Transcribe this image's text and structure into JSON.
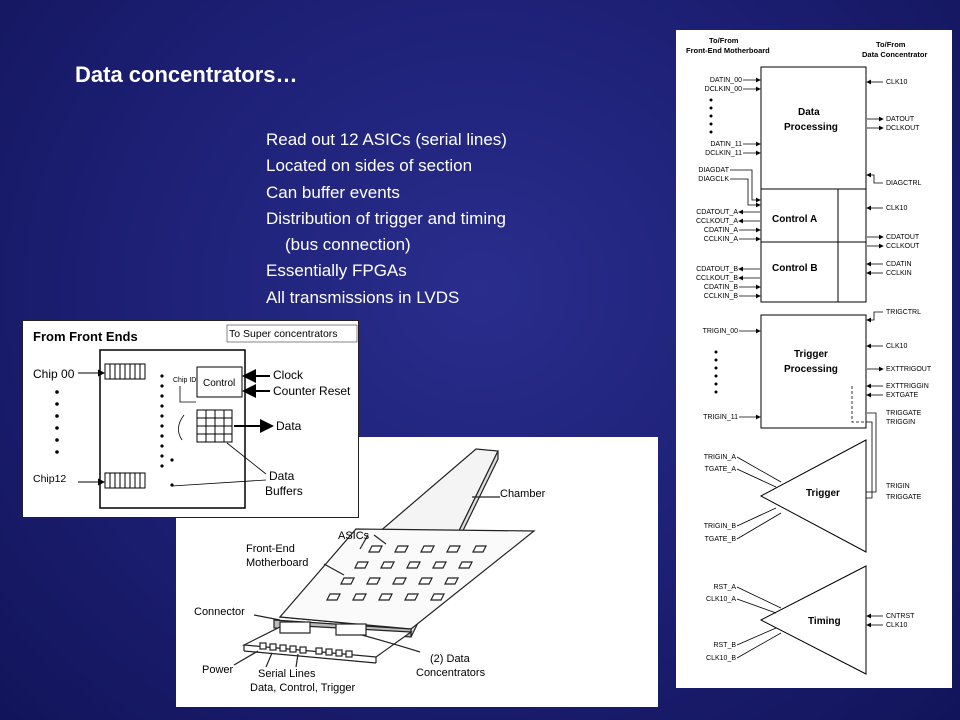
{
  "slide": {
    "title": "Data concentrators…",
    "bullets": [
      {
        "text": "Read out 12 ASICs (serial lines)"
      },
      {
        "text": "Located on sides of section"
      },
      {
        "text": "Can buffer events"
      },
      {
        "text": "Distribution of trigger and timing"
      },
      {
        "text": "(bus connection)"
      },
      {
        "text": "Essentially FPGAs"
      },
      {
        "text": "All transmissions in LVDS"
      }
    ]
  },
  "block_diagram": {
    "title": "From Front Ends",
    "top_right": "To Super concentrators",
    "chip_first": "Chip 00",
    "chip_last": "Chip12",
    "chip_id": "Chip ID",
    "control": "Control",
    "clock": "Clock",
    "counter_reset": "Counter Reset",
    "data": "Data",
    "data_buffers_1": "Data",
    "data_buffers_2": "Buffers"
  },
  "chamber_diagram": {
    "chamber": "Chamber",
    "asics": "ASICs",
    "front_end_1": "Front-End",
    "front_end_2": "Motherboard",
    "connector": "Connector",
    "power": "Power",
    "serial_lines_1": "Serial Lines",
    "serial_lines_2": "Data, Control, Trigger",
    "concentrators_1": "(2) Data",
    "concentrators_2": "Concentrators"
  },
  "schematic": {
    "header_left_1": "To/From",
    "header_left_2": "Front-End Motherboard",
    "header_right_1": "To/From",
    "header_right_2": "Data Concentrator",
    "data_processing_1": "Data",
    "data_processing_2": "Processing",
    "control_a": "Control A",
    "control_b": "Control B",
    "trigger_processing_1": "Trigger",
    "trigger_processing_2": "Processing",
    "trigger": "Trigger",
    "timing": "Timing",
    "left_signals": {
      "datin_00": "DATIN_00",
      "dclkin_00": "DCLKIN_00",
      "datin_11": "DATIN_11",
      "dclkin_11": "DCLKIN_11",
      "diagdat": "DIAGDAT",
      "diagclk": "DIAGCLK",
      "cdatout_a": "CDATOUT_A",
      "cclkout_a": "CCLKOUT_A",
      "cdatin_a": "CDATIN_A",
      "cclkin_a": "CCLKIN_A",
      "cdatout_b": "CDATOUT_B",
      "cclkout_b": "CCLKOUT_B",
      "cdatin_b": "CDATIN_B",
      "cclkin_b": "CCLKIN_B",
      "trigin_00": "TRIGIN_00",
      "trigin_11": "TRIGIN_11",
      "trigin_a": "TRIGIN_A",
      "tgate_a": "TGATE_A",
      "trigin_b": "TRIGIN_B",
      "tgate_b": "TGATE_B",
      "rst_a": "RST_A",
      "clk10_a": "CLK10_A",
      "rst_b": "RST_B",
      "clk10_b": "CLK10_B"
    },
    "right_signals": {
      "clk10_1": "CLK10",
      "datout": "DATOUT",
      "dclkout": "DCLKOUT",
      "diagctrl": "DIAGCTRL",
      "clk10_2": "CLK10",
      "cdatout": "CDATOUT",
      "cclkout": "CCLKOUT",
      "cdatin": "CDATIN",
      "cclkin": "CCLKIN",
      "trigctrl": "TRIGCTRL",
      "clk10_3": "CLK10",
      "exttrigout": "EXTTRIGOUT",
      "exttriggin": "EXTTRIGGIN",
      "extgate": "EXTGATE",
      "triggate": "TRIGGATE",
      "triggin": "TRIGGIN",
      "trigin": "TRIGIN",
      "triggate2": "TRIGGATE",
      "cntrst": "CNTRST",
      "clk10_4": "CLK10"
    }
  }
}
